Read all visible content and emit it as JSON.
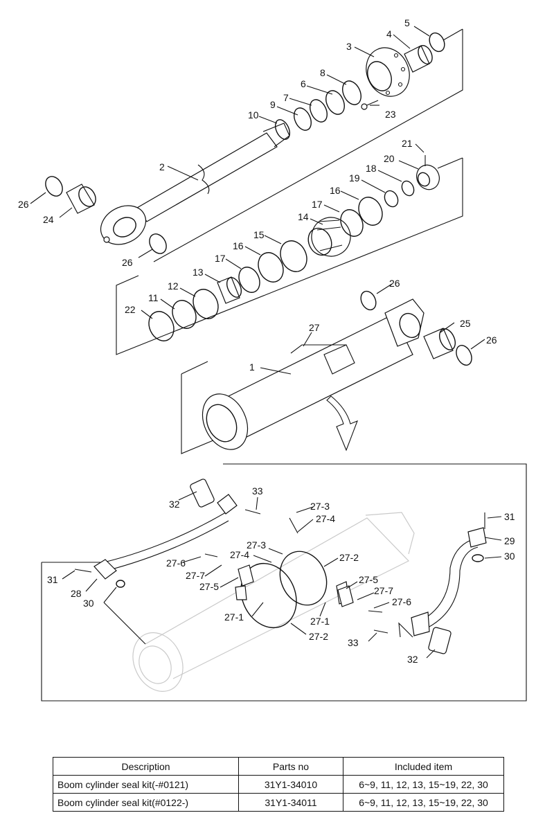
{
  "callouts_upper": [
    "1",
    "2",
    "3",
    "4",
    "5",
    "6",
    "7",
    "8",
    "9",
    "10",
    "11",
    "12",
    "13",
    "14",
    "15",
    "16",
    "16",
    "17",
    "17",
    "18",
    "19",
    "20",
    "21",
    "22",
    "23",
    "24",
    "25",
    "26",
    "26",
    "26",
    "26",
    "27"
  ],
  "callouts_lower": [
    "27-1",
    "27-1",
    "27-2",
    "27-2",
    "27-3",
    "27-3",
    "27-4",
    "27-4",
    "27-5",
    "27-5",
    "27-6",
    "27-6",
    "27-7",
    "27-7",
    "28",
    "29",
    "30",
    "30",
    "31",
    "31",
    "32",
    "32",
    "33",
    "33"
  ],
  "table": {
    "headers": [
      "Description",
      "Parts no",
      "Included item"
    ],
    "rows": [
      [
        "Boom cylinder seal kit(-#0121)",
        "31Y1-34010",
        "6~9, 11, 12, 13, 15~19, 22, 30"
      ],
      [
        "Boom cylinder seal kit(#0122-)",
        "31Y1-34011",
        "6~9, 11, 12, 13, 15~19, 22, 30"
      ]
    ]
  }
}
